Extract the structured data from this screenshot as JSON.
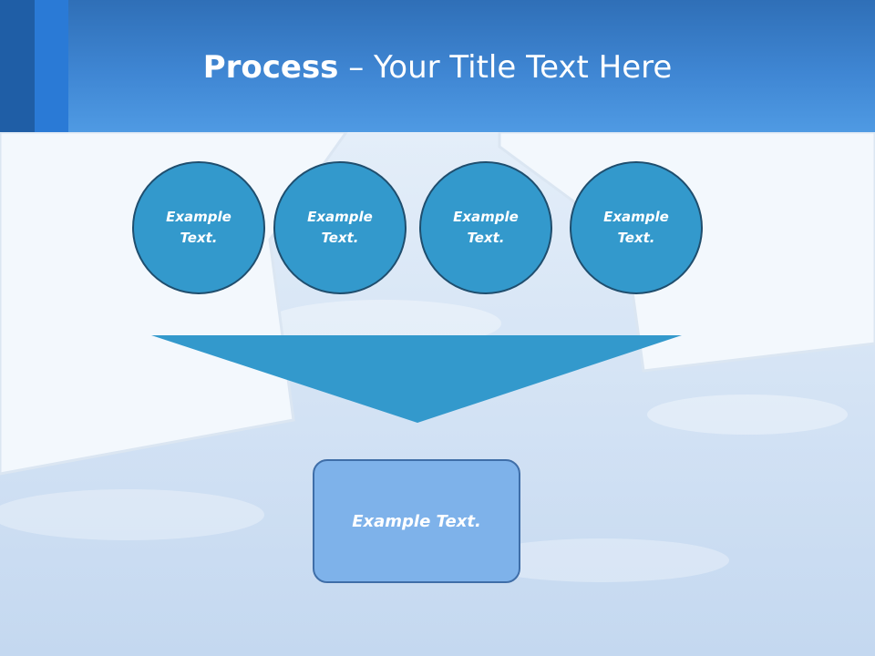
{
  "slide": {
    "title_bold": "Process",
    "title_rest": " – Your Title Text Here",
    "steps": [
      {
        "label": "Example Text."
      },
      {
        "label": "Example Text."
      },
      {
        "label": "Example Text."
      },
      {
        "label": "Example Text."
      }
    ],
    "result_label": "Example Text."
  },
  "colors": {
    "header": "#3f86d3",
    "circle_fill": "#3399cc",
    "circle_border": "#1f4e6e",
    "funnel_fill": "#3399cc",
    "result_fill": "#7eb2ea",
    "result_border": "#3f6ea8"
  }
}
